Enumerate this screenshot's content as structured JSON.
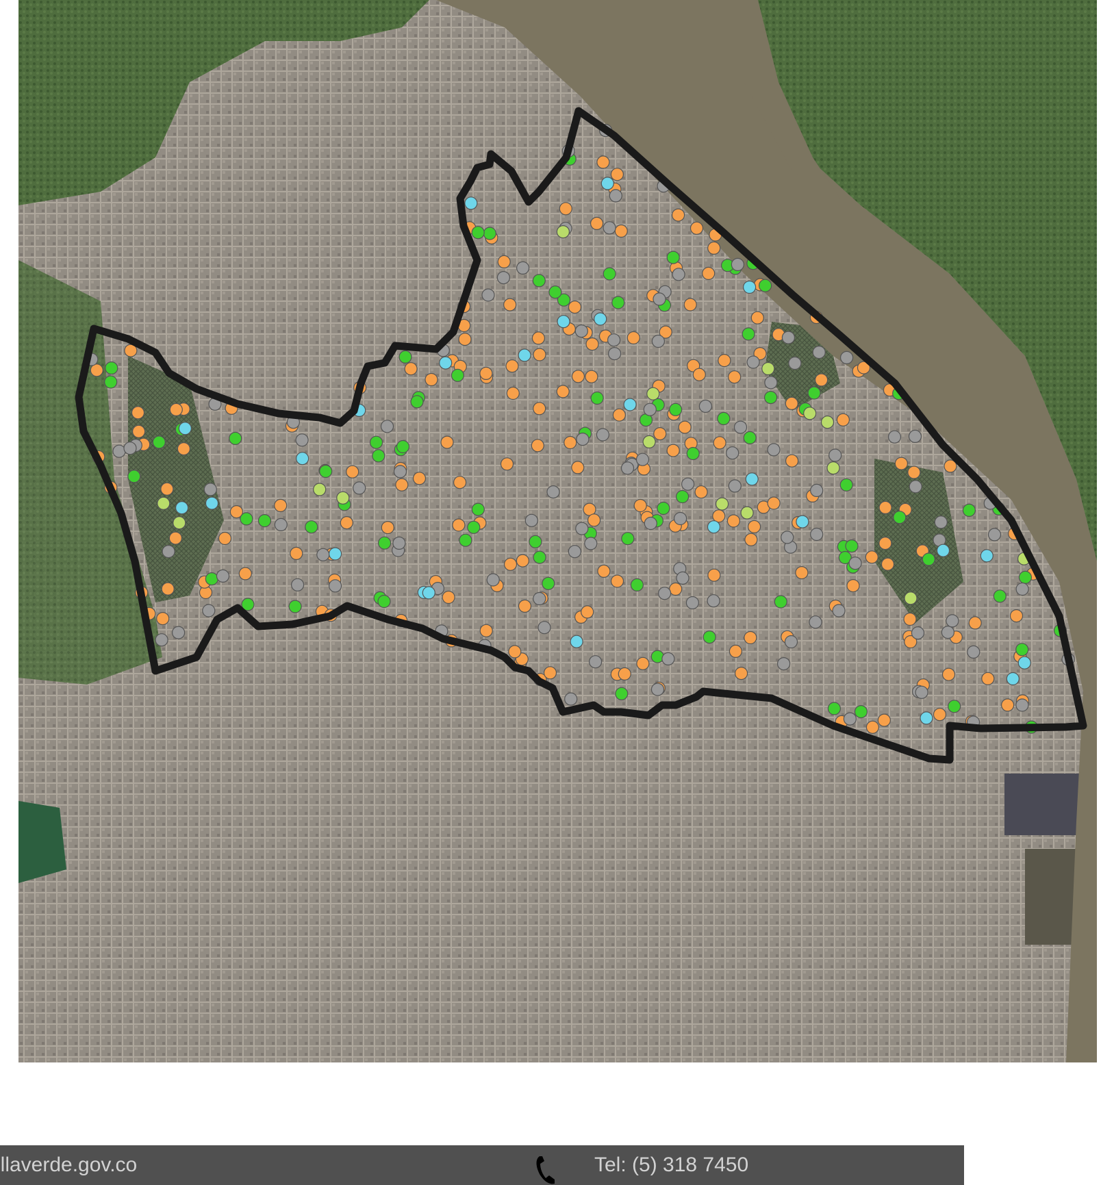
{
  "map": {
    "basemap": "satellite-imagery",
    "boundary_color": "#1a1a1a",
    "marker_colors": {
      "orange": "#f7a04a",
      "green": "#3fcf2f",
      "gray": "#9a9a9a",
      "cyan": "#6fd6ea",
      "yellow_green": "#b9dc6a"
    },
    "marker_counts": {
      "orange": 190,
      "green": 85,
      "gray": 110,
      "cyan": 25,
      "yellow_green": 15
    }
  },
  "footer": {
    "background": "#505050",
    "website": "illaverde.gov.co",
    "phone": "Tel: (5) 318 7450",
    "phone_icon": "phone-icon"
  }
}
